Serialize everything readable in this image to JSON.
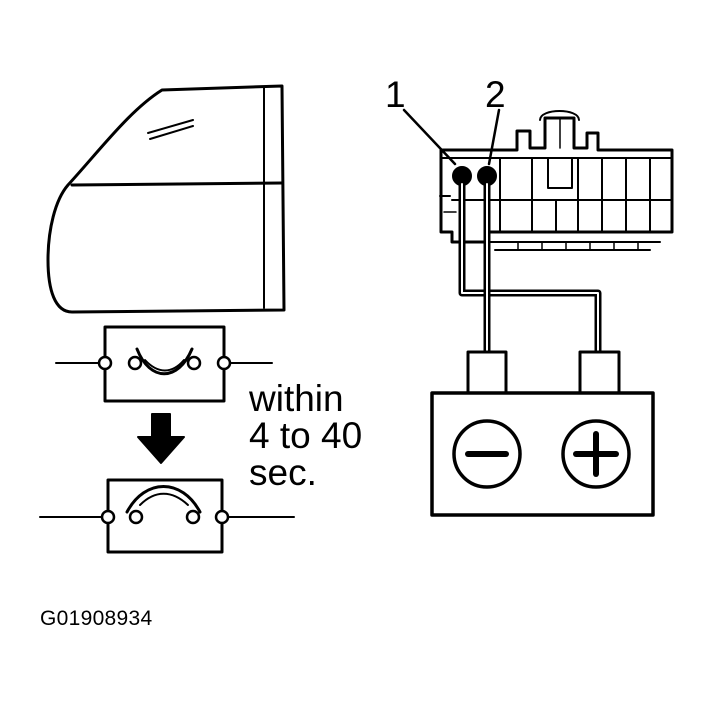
{
  "labels": {
    "terminal_1": "1",
    "terminal_2": "2",
    "timing_line1": "within",
    "timing_line2": "4 to 40",
    "timing_line3": "sec.",
    "figure_code": "G01908934"
  },
  "colors": {
    "ink": "#000000",
    "paper": "#ffffff"
  },
  "icons": {
    "battery_negative": "minus-sign",
    "battery_positive": "plus-sign",
    "transition_arrow": "arrow-down"
  }
}
